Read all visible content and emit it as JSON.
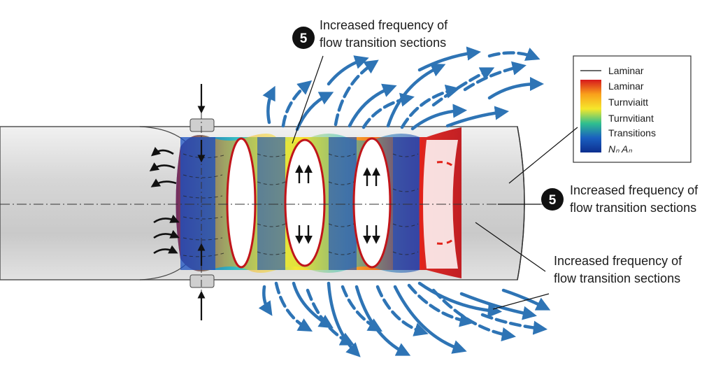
{
  "callouts": [
    {
      "number": "5",
      "line1": "Increased frequency of",
      "line2": "flow transition sections"
    },
    {
      "number": "5",
      "line1": "Increased frequency of",
      "line2": "flow transition sections"
    },
    {
      "number": "",
      "line1": "Increased frequency of",
      "line2": "flow transition sections"
    }
  ],
  "legend": {
    "line_label": "Laminar",
    "scale_labels": [
      "Laminar",
      "Turnviaitt",
      "Turnvitiant",
      "Transitions"
    ],
    "footer": "Nₙ Aₙ"
  },
  "colors": {
    "pipe": "#d9d9d9",
    "flow_arrow": "#2e74b5",
    "scale": [
      "#d7191c",
      "#f9a11b",
      "#f5e72b",
      "#2fbf8f",
      "#1a5fc0",
      "#0d2f8f"
    ]
  }
}
